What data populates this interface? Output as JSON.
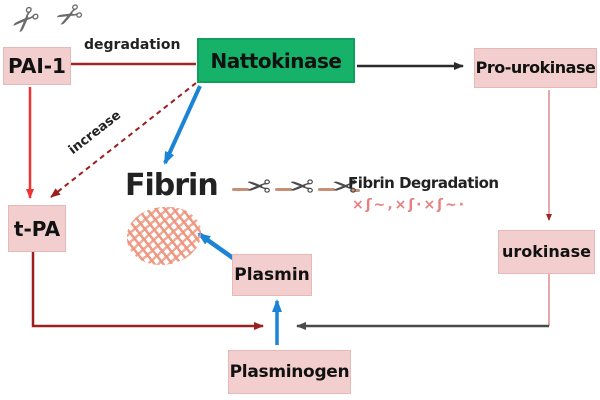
{
  "title": "Nattokinase fibrinolysis mechanism diagram",
  "nodes": {
    "pai1": {
      "label": "PAI-1"
    },
    "nattokinase": {
      "label": "Nattokinase"
    },
    "pro_urokinase": {
      "label": "Pro-urokinase"
    },
    "tpa": {
      "label": "t-PA"
    },
    "urokinase": {
      "label": "urokinase"
    },
    "plasmin": {
      "label": "Plasmin"
    },
    "plasminogen": {
      "label": "Plasminogen"
    },
    "fibrin": {
      "label": "Fibrin"
    },
    "fibrin_degradation": {
      "label": "Fibrin Degradation"
    }
  },
  "labels": {
    "degradation": "degradation",
    "increase": "increase"
  },
  "decor": {
    "scissors": "✂",
    "fragments": "×ʃ~‚×ʃ·×ʃ~·"
  },
  "colors": {
    "node_pink": "#f2cfce",
    "node_green": "#16b269",
    "arrow_blue": "#1b84d6",
    "arrow_bright_red": "#ee3333",
    "arrow_dark_red": "#9b1f1f",
    "arrow_black": "#2b2b2b",
    "arrow_gray": "#4a4a4a",
    "connector_pink": "#e8a8a8",
    "fibrin_mesh_pink": "#ee947e",
    "text": "#1a1a1a"
  },
  "edges": [
    {
      "from": "PAI-1",
      "to": "Nattokinase",
      "label": "degradation",
      "color": "#9b1f1f"
    },
    {
      "from": "PAI-1",
      "to": "t-PA",
      "label": "",
      "color": "#ee3333"
    },
    {
      "from": "Nattokinase",
      "to": "t-PA",
      "label": "increase",
      "color": "#9b1f1f",
      "style": "dashed"
    },
    {
      "from": "Nattokinase",
      "to": "Fibrin",
      "label": "",
      "color": "#1b84d6"
    },
    {
      "from": "Nattokinase",
      "to": "Pro-urokinase",
      "label": "",
      "color": "#2b2b2b"
    },
    {
      "from": "Pro-urokinase",
      "to": "urokinase",
      "label": "",
      "color": "#e8a8a8"
    },
    {
      "from": "urokinase",
      "to": "plasminogen-plasmin junction",
      "label": "",
      "color": "#4a4a4a"
    },
    {
      "from": "t-PA",
      "to": "plasminogen-plasmin junction",
      "label": "",
      "color": "#9b1f1f"
    },
    {
      "from": "Plasminogen",
      "to": "Plasmin",
      "label": "",
      "color": "#1b84d6"
    },
    {
      "from": "Plasmin",
      "to": "Fibrin mesh",
      "label": "",
      "color": "#1b84d6"
    }
  ]
}
